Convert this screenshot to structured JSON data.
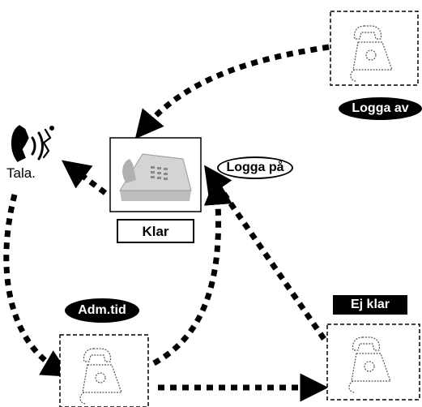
{
  "labels": {
    "logga_av": "Logga av",
    "logga_pa": "Logga på",
    "klar": "Klar",
    "tala": "Tala.",
    "adm_tid": "Adm.tid",
    "ej_klar": "Ej klar"
  },
  "icons": [
    "desk-phone-icon",
    "handset-icon",
    "talking-person-icon"
  ],
  "colors": {
    "ink": "#000000",
    "phone_gray": "#c8c8c8"
  }
}
